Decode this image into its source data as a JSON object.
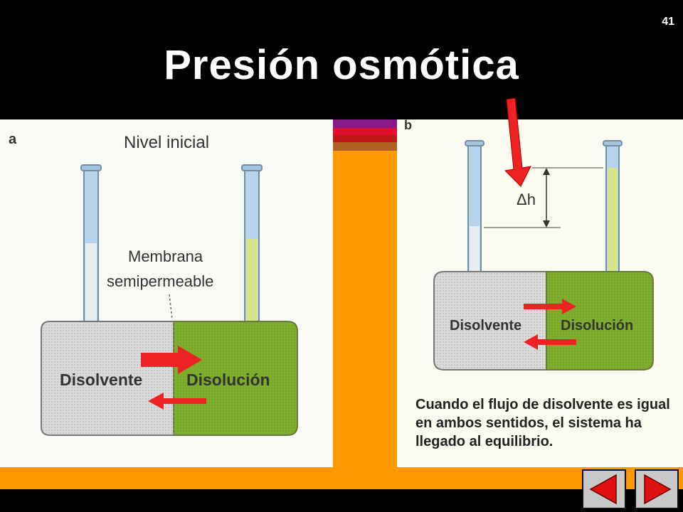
{
  "slide": {
    "number": "41",
    "title": "Presión osmótica"
  },
  "panel_a": {
    "letter": "a",
    "initial_level_label": "Nivel inicial",
    "membrane_label_line1": "Membrana",
    "membrane_label_line2": "semipermeable",
    "solvent_label": "Disolvente",
    "solution_label": "Disolución"
  },
  "panel_b": {
    "letter": "b",
    "delta_h_label": "Δh",
    "solvent_label": "Disolvente",
    "solution_label": "Disolución",
    "caption": "Cuando el flujo de disolvente es igual en ambos sentidos, el sistema ha llegado al equilibrio."
  },
  "colors": {
    "background": "#000000",
    "frame_orange": "#ff9900",
    "solvent_gray": "#d8d8d8",
    "solution_green": "#7fae2e",
    "tube_solvent": "#b8d4ec",
    "tube_solution": "#d6e48a",
    "arrow_red": "#ee2222",
    "stripe_purple": "#8a1a8a",
    "stripe_red": "#e0102a",
    "stripe_brown": "#b06020"
  },
  "navigation": {
    "prev_icon": "triangle-left-icon",
    "next_icon": "triangle-right-icon"
  }
}
